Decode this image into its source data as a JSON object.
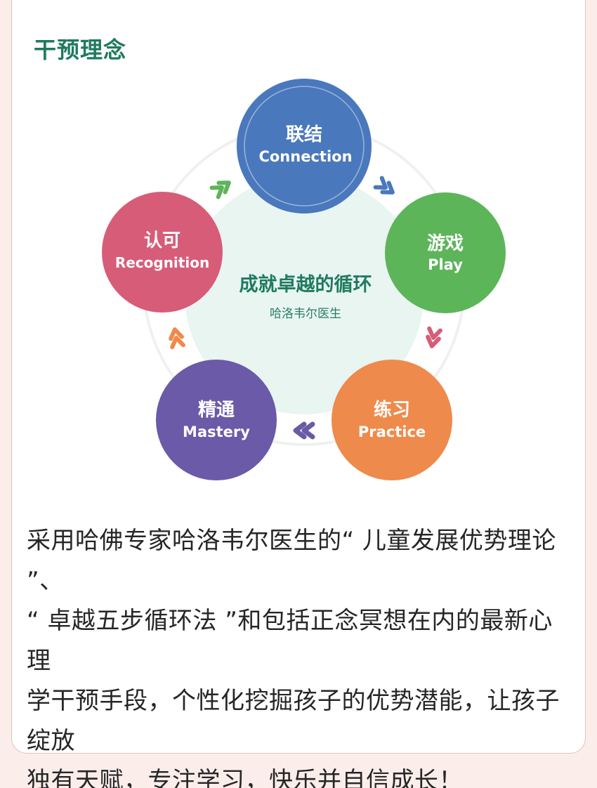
{
  "section_title": "干预理念",
  "diagram": {
    "center_title": "成就卓越的循环",
    "center_subtitle": "哈洛韦尔医生",
    "nodes": [
      {
        "id": "connection",
        "cn": "联结",
        "en": "Connection",
        "color": "#4a78bd"
      },
      {
        "id": "play",
        "cn": "游戏",
        "en": "Play",
        "color": "#5db55a"
      },
      {
        "id": "practice",
        "cn": "练习",
        "en": "Practice",
        "color": "#ee8a4b"
      },
      {
        "id": "mastery",
        "cn": "精通",
        "en": "Mastery",
        "color": "#6a5aa7"
      },
      {
        "id": "recognition",
        "cn": "认可",
        "en": "Recognition",
        "color": "#d75c78"
      }
    ],
    "arrow_colors": {
      "connection_to_play": "#4a78bd",
      "play_to_practice": "#d75c78",
      "practice_to_mastery": "#6a5aa7",
      "mastery_to_recognition": "#ee8a4b",
      "recognition_to_connection": "#5db55a"
    }
  },
  "body": {
    "lines": [
      "采用哈佛专家哈洛韦尔医生的“ 儿童发展优势理论 ”、",
      "“ 卓越五步循环法 ”和包括正念冥想在内的最新心理",
      "学干预手段，个性化挖掘孩子的优势潜能，让孩子绽放",
      "独有天赋，专注学习，快乐并自信成长！"
    ]
  }
}
